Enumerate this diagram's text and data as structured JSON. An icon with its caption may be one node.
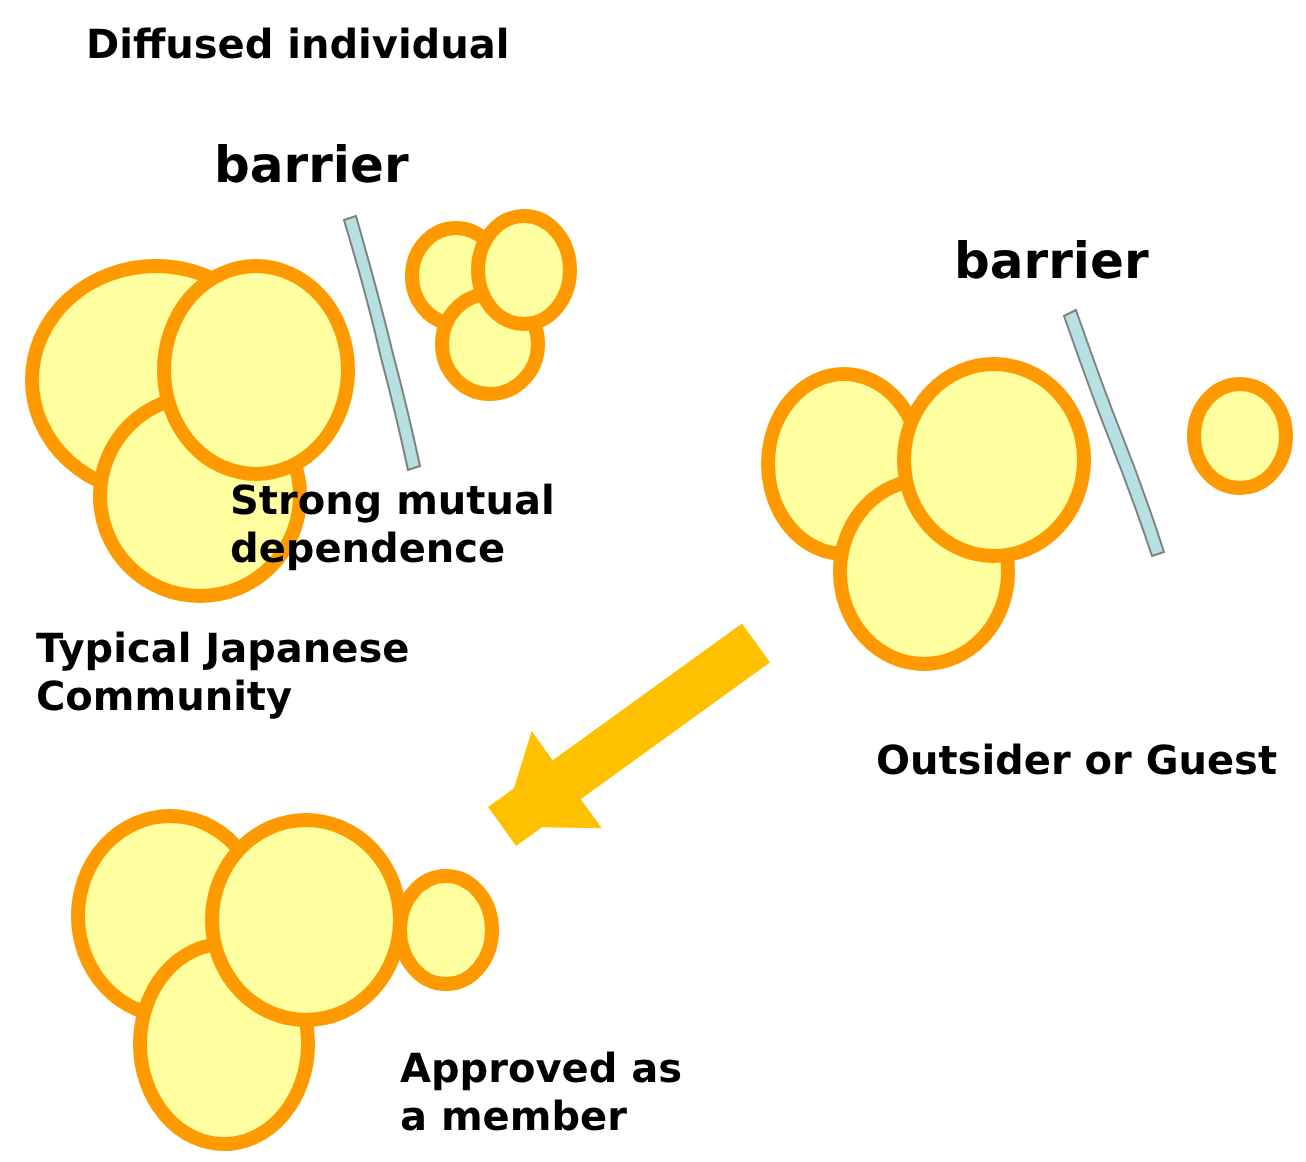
{
  "diagram": {
    "nodes": [
      {
        "text": [],
        "shape": "circle",
        "beside": [
          "Outsider or Guest"
        ]
      },
      {
        "text": [],
        "shape": "circle",
        "beside": [
          "Approved as a member"
        ]
      },
      {
        "text": [],
        "shape": "bar",
        "beside": [
          "barrier"
        ]
      },
      {
        "text": [],
        "shape": "bar",
        "beside": [
          "barrier"
        ]
      }
    ],
    "edges": [
      {
        "from": 0,
        "to": 1,
        "arrow": "to"
      }
    ],
    "labels": [
      "Diffused individual",
      "Strong mutual dependence",
      "Typical Japanese Community"
    ]
  }
}
